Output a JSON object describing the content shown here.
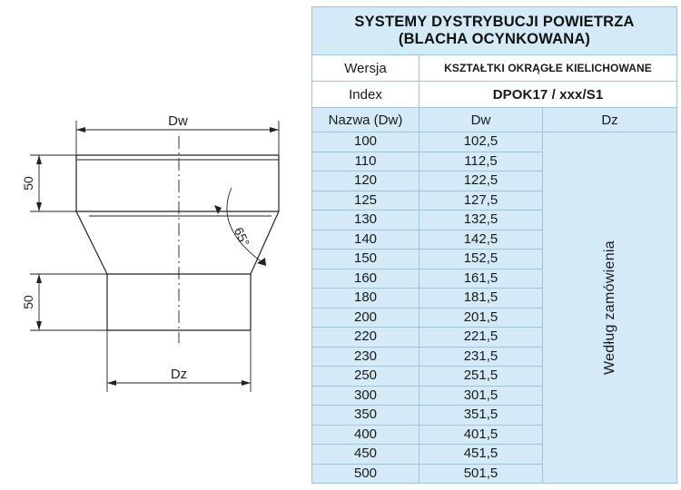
{
  "drawing": {
    "label_top": "Dw",
    "label_bottom": "Dz",
    "label_height_upper": "50",
    "label_height_lower": "50",
    "label_angle": "65°"
  },
  "table": {
    "title_line1": "SYSTEMY DYSTRYBUCJI POWIETRZA",
    "title_line2": "(BLACHA OCYNKOWANA)",
    "wersja_label": "Wersja",
    "wersja_value": "KSZTAŁTKI OKRĄGŁE  KIELICHOWANE",
    "index_label": "Index",
    "index_value": "DPOK17 / xxx/S1",
    "col_name": "Nazwa (Dw)",
    "col_dw": "Dw",
    "col_dz": "Dz",
    "dz_note": "Według zamówienia",
    "rows": [
      {
        "name": "100",
        "dw": "102,5"
      },
      {
        "name": "110",
        "dw": "112,5"
      },
      {
        "name": "120",
        "dw": "122,5"
      },
      {
        "name": "125",
        "dw": "127,5"
      },
      {
        "name": "130",
        "dw": "132,5"
      },
      {
        "name": "140",
        "dw": "142,5"
      },
      {
        "name": "150",
        "dw": "152,5"
      },
      {
        "name": "160",
        "dw": "161,5"
      },
      {
        "name": "180",
        "dw": "181,5"
      },
      {
        "name": "200",
        "dw": "201,5"
      },
      {
        "name": "220",
        "dw": "221,5"
      },
      {
        "name": "230",
        "dw": "231,5"
      },
      {
        "name": "250",
        "dw": "251,5"
      },
      {
        "name": "300",
        "dw": "301,5"
      },
      {
        "name": "350",
        "dw": "351,5"
      },
      {
        "name": "400",
        "dw": "401,5"
      },
      {
        "name": "450",
        "dw": "451,5"
      },
      {
        "name": "500",
        "dw": "501,5"
      }
    ]
  },
  "colors": {
    "table_fill": "#d4ebf7",
    "table_border": "#9fc3da",
    "line": "#222222"
  }
}
